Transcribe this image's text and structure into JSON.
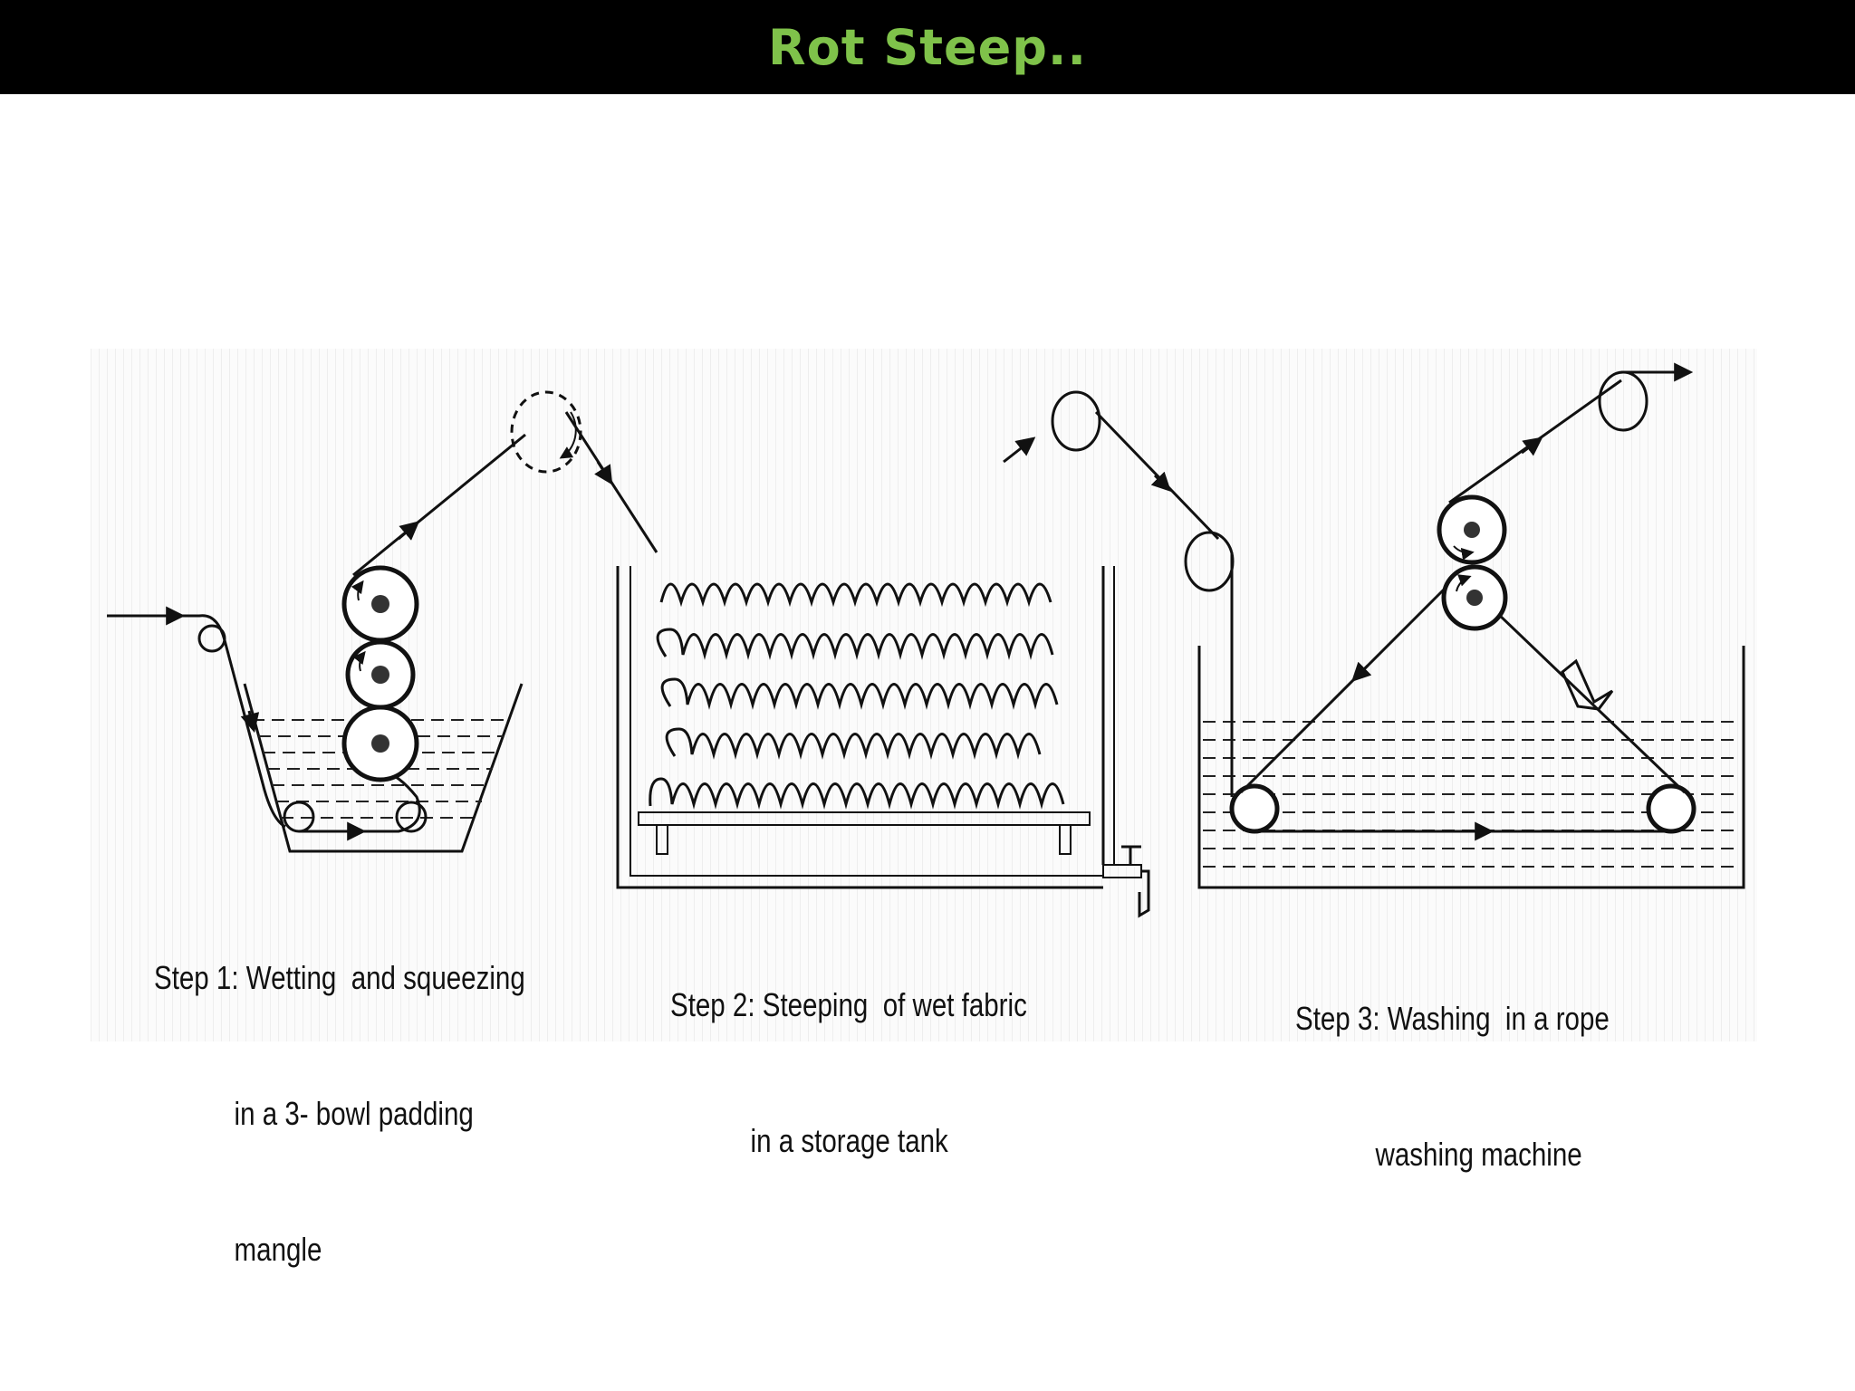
{
  "slide": {
    "title": "Rot Steep..",
    "title_color": "#7fc24a",
    "background_color": "#000000"
  },
  "diagram": {
    "steps": [
      {
        "line1": "Step 1: Wetting  and squeezing",
        "line2": "in a 3- bowl padding",
        "line3": "mangle"
      },
      {
        "line1": "Step 2: Steeping  of wet fabric",
        "line2": "in a storage tank"
      },
      {
        "line1": "Step 3: Washing  in a rope",
        "line2": "washing machine"
      }
    ]
  }
}
